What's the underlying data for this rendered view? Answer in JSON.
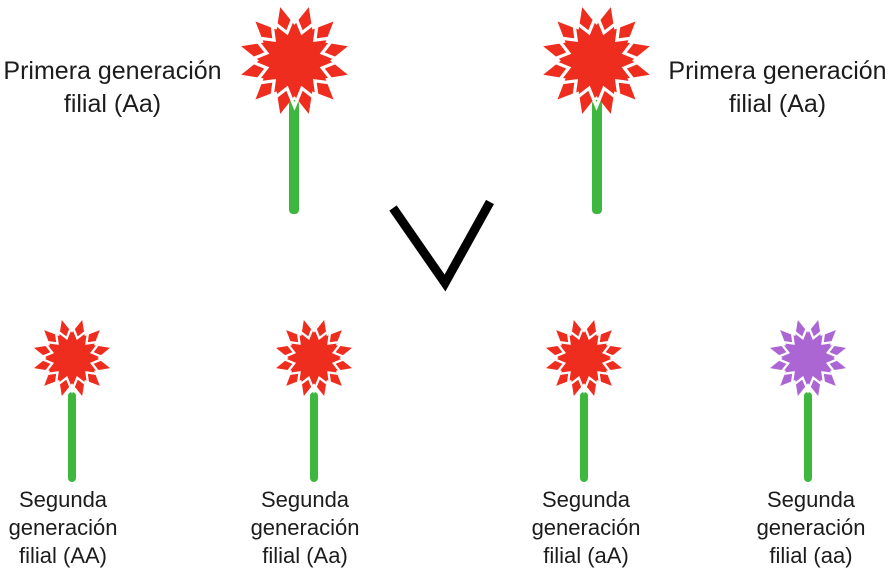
{
  "colors": {
    "background": "#FFFFFF",
    "red_flower": "#EF2D1E",
    "purple_flower": "#AC66D4",
    "flower_inner_outline": "#FFFFFF",
    "stem_green": "#3EB73E",
    "cross_symbol": "#000000",
    "text": "#1C1C1C"
  },
  "icons": {
    "cross_chevron": "descent-chevron (∨)"
  },
  "parents": [
    {
      "label_line1": "Primera generación",
      "label_line2": "filial (Aa)",
      "genotype": "Aa",
      "flower_color": "red"
    },
    {
      "label_line1": "Primera generación",
      "label_line2": "filial (Aa)",
      "genotype": "Aa",
      "flower_color": "red"
    }
  ],
  "offspring": [
    {
      "label_line1": "Segunda",
      "label_line2": "generación",
      "label_line3": "filial (AA)",
      "genotype": "AA",
      "flower_color": "red"
    },
    {
      "label_line1": "Segunda",
      "label_line2": "generación",
      "label_line3": "filial (Aa)",
      "genotype": "Aa",
      "flower_color": "red"
    },
    {
      "label_line1": "Segunda",
      "label_line2": "generación",
      "label_line3": "filial (aA)",
      "genotype": "aA",
      "flower_color": "red"
    },
    {
      "label_line1": "Segunda",
      "label_line2": "generación",
      "label_line3": "filial (aa)",
      "genotype": "aa",
      "flower_color": "purple"
    }
  ]
}
